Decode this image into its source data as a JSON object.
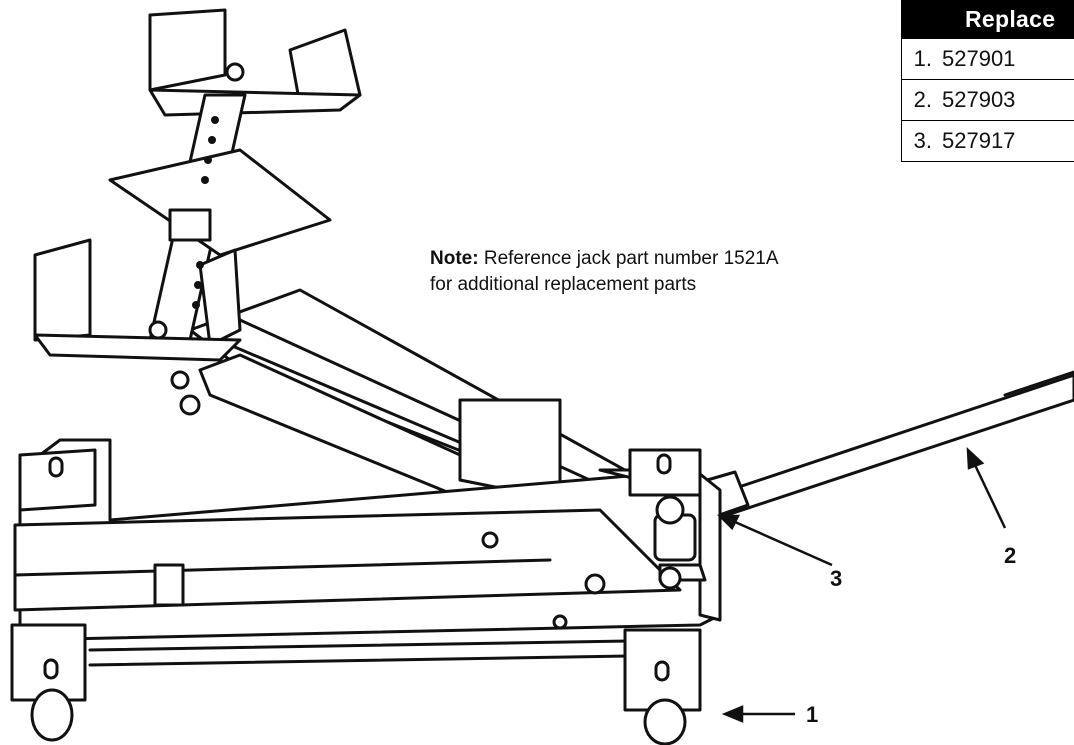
{
  "parts_table": {
    "header": "Replace",
    "rows": [
      {
        "index": "1.",
        "part": "527901"
      },
      {
        "index": "2.",
        "part": "527903"
      },
      {
        "index": "3.",
        "part": "527917"
      }
    ]
  },
  "note": {
    "lead": "Note:",
    "text_line1": " Reference jack part number 1521A",
    "text_line2": "for additional replacement parts"
  },
  "callouts": [
    {
      "label": "1"
    },
    {
      "label": "2"
    },
    {
      "label": "3"
    }
  ],
  "colors": {
    "line": "#111111",
    "fill": "#ffffff",
    "table_header_bg": "#000000",
    "table_header_text": "#ffffff"
  }
}
